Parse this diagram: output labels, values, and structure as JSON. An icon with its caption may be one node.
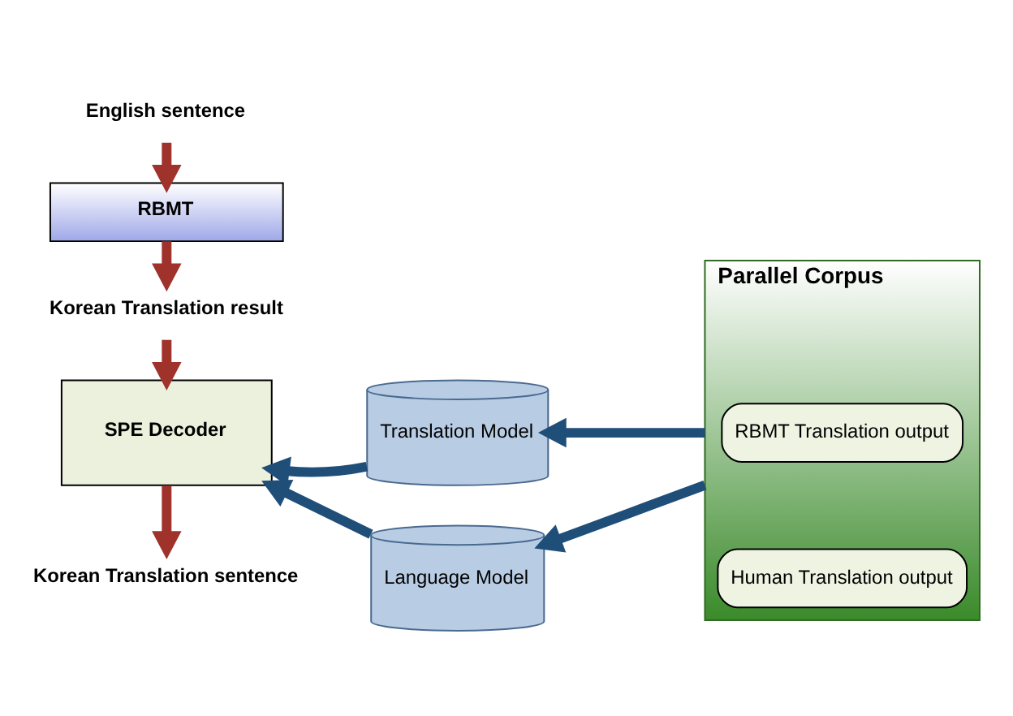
{
  "diagram": {
    "nodes": [
      {
        "text": [
          "English sentence"
        ]
      },
      {
        "text": [
          "RBMT"
        ]
      },
      {
        "text": [
          "Korean Translation result"
        ]
      },
      {
        "text": [
          "SPE Decoder"
        ]
      },
      {
        "text": [
          "Korean Translation sentence"
        ]
      },
      {
        "text": [
          "Translation Model"
        ]
      },
      {
        "text": [
          "Language Model"
        ]
      },
      {
        "text": [
          "Parallel Corpus"
        ]
      },
      {
        "text": [
          "RBMT Translation output"
        ],
        "in": 7
      },
      {
        "text": [
          "Human Translation output"
        ],
        "in": 7
      }
    ],
    "edges": [
      {
        "from": 0,
        "to": 1,
        "arrow": "to",
        "color": "#a0322c"
      },
      {
        "from": 1,
        "to": 2,
        "arrow": "to",
        "color": "#a0322c"
      },
      {
        "from": 2,
        "to": 3,
        "arrow": "to",
        "color": "#a0322c"
      },
      {
        "from": 3,
        "to": 4,
        "arrow": "to",
        "color": "#a0322c"
      },
      {
        "from": 5,
        "to": 3,
        "arrow": "to",
        "color": "#1f4e79"
      },
      {
        "from": 6,
        "to": 3,
        "arrow": "to",
        "color": "#1f4e79"
      },
      {
        "from": 7,
        "to": 5,
        "arrow": "to",
        "color": "#1f4e79"
      },
      {
        "from": 7,
        "to": 6,
        "arrow": "to",
        "color": "#1f4e79"
      }
    ]
  }
}
